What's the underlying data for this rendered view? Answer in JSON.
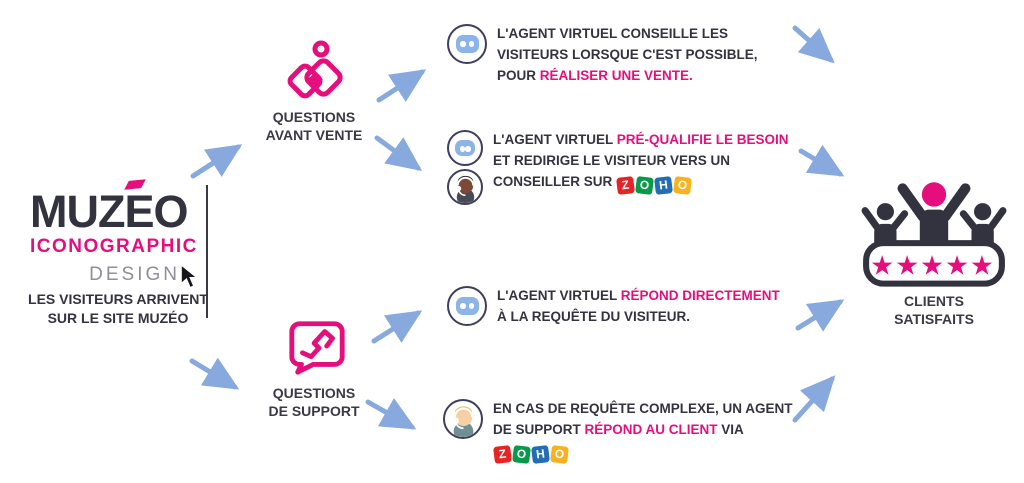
{
  "colors": {
    "pink": "#E40F7D",
    "dark": "#33333F",
    "gray": "#8F8F97",
    "arrow_blue": "#87A9DD",
    "robot_blue": "#8CB4E8",
    "badge_ring": "#3E3E5E"
  },
  "logo": {
    "brand_pre": "MUZ",
    "brand_e": "E",
    "brand_post": "O",
    "subtitle1": "ICONOGRAPHIC",
    "subtitle2": "DESIGN"
  },
  "tagline": {
    "line1": "LES VISITEURS ARRIVENT",
    "line2": "SUR LE SITE MUZÉO"
  },
  "nodes": {
    "avant_vente": {
      "line1": "QUESTIONS",
      "line2": "AVANT VENTE"
    },
    "support": {
      "line1": "QUESTIONS",
      "line2": "DE SUPPORT"
    },
    "clients": {
      "line1": "CLIENTS",
      "line2": "SATISFAITS",
      "stars": "★★★★★"
    }
  },
  "zoho": {
    "letters": [
      {
        "ch": "Z",
        "color": "#E42527"
      },
      {
        "ch": "O",
        "color": "#089949"
      },
      {
        "ch": "H",
        "color": "#226DB4"
      },
      {
        "ch": "O",
        "color": "#F9B21D"
      }
    ]
  },
  "blocks": [
    {
      "icons": [
        "robot"
      ],
      "segments": [
        {
          "t": "L'AGENT VIRTUEL CONSEILLE LES VISITEURS LORSQUE C'EST POSSIBLE, POUR ",
          "s": "dark"
        },
        {
          "t": "RÉALISER UNE VENTE.",
          "s": "pink"
        }
      ]
    },
    {
      "icons": [
        "robot",
        "agent-dark"
      ],
      "segments": [
        {
          "t": "L'AGENT VIRTUEL ",
          "s": "dark"
        },
        {
          "t": "PRÉ-QUALIFIE LE BESOIN",
          "s": "pink"
        },
        {
          "t": " ET REDIRIGE LE VISITEUR VERS UN CONSEILLER SUR ",
          "s": "dark"
        },
        {
          "t": "ZOHO",
          "s": "logo"
        }
      ]
    },
    {
      "icons": [
        "robot"
      ],
      "segments": [
        {
          "t": "L'AGENT VIRTUEL ",
          "s": "dark"
        },
        {
          "t": "RÉPOND DIRECTEMENT",
          "s": "pink"
        },
        {
          "t": " À LA REQUÊTE DU VISITEUR.",
          "s": "dark"
        }
      ]
    },
    {
      "icons": [
        "agent-blonde"
      ],
      "segments": [
        {
          "t": "EN CAS DE REQUÊTE COMPLEXE, UN AGENT DE SUPPORT ",
          "s": "dark"
        },
        {
          "t": "RÉPOND AU CLIENT",
          "s": "pink"
        },
        {
          "t": " VIA ",
          "s": "dark"
        },
        {
          "t": "ZOHO",
          "s": "logo"
        }
      ]
    }
  ]
}
